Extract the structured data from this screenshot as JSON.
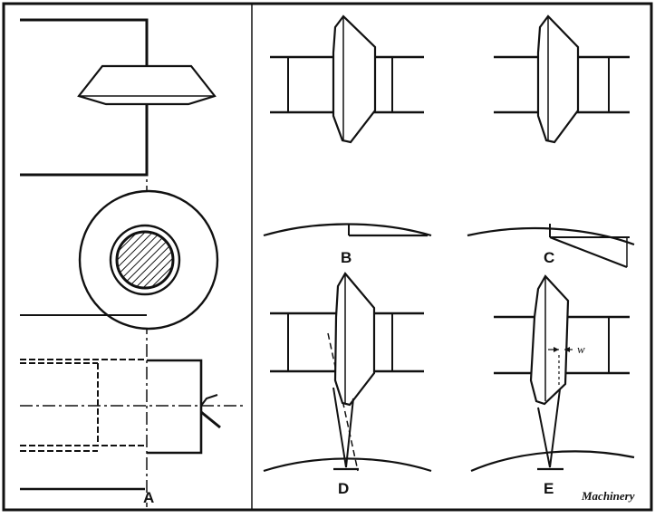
{
  "figure": {
    "labels": {
      "A": "A",
      "B": "B",
      "C": "C",
      "D": "D",
      "E": "E",
      "w": "w"
    },
    "credit": "Machinery",
    "colors": {
      "ink": "#111111",
      "paper": "#ffffff"
    }
  }
}
